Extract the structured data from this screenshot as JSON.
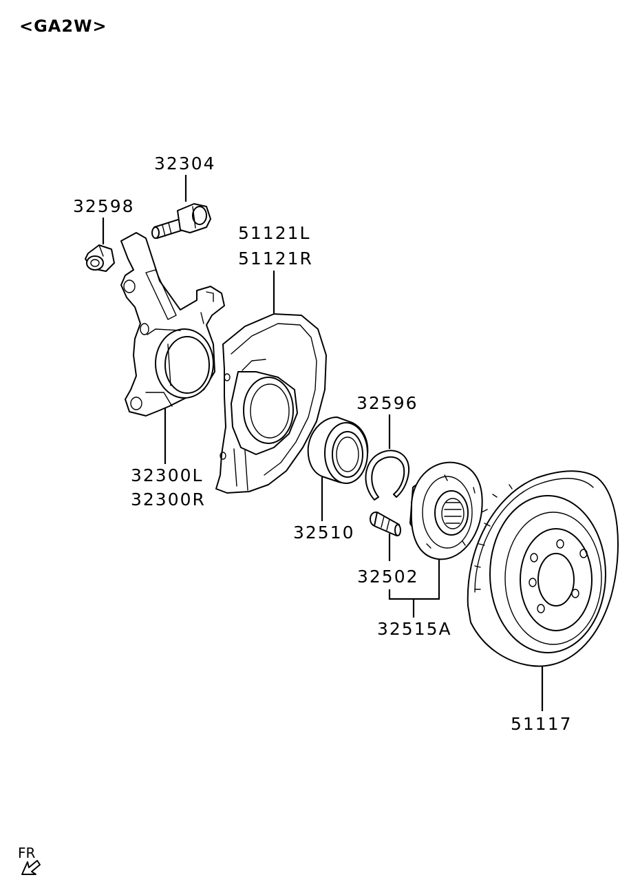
{
  "title": "<GA2W>",
  "labels": {
    "p32304": "32304",
    "p32598": "32598",
    "p51121L": "51121L",
    "p51121R": "51121R",
    "p32300L": "32300L",
    "p32300R": "32300R",
    "p32596": "32596",
    "p32510": "32510",
    "p32502": "32502",
    "p32515A": "32515A",
    "p51117": "51117"
  },
  "orientation": {
    "text": "FR",
    "icon": "arrow-down-left-icon"
  },
  "colors": {
    "line": "#000000",
    "background": "#ffffff"
  }
}
